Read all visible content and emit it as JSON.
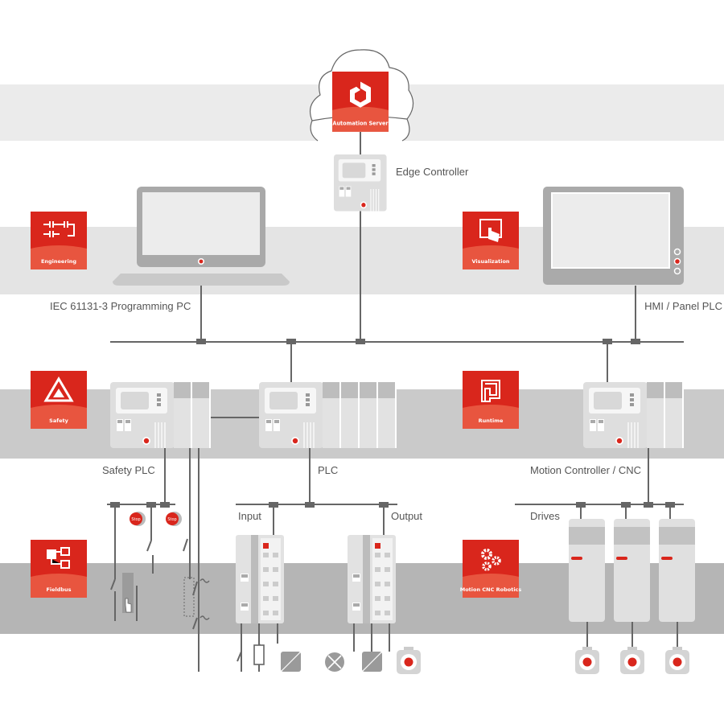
{
  "colors": {
    "accent_red": "#d9261c",
    "accent_red_light": "#e8553f",
    "line": "#666666"
  },
  "tiles": {
    "automation_server": {
      "label": "Automation Server",
      "icon": "hexagon-cube-icon"
    },
    "engineering": {
      "label": "Engineering",
      "icon": "ladder-logic-icon"
    },
    "visualization": {
      "label": "Visualization",
      "icon": "touch-screen-icon"
    },
    "safety": {
      "label": "Safety",
      "icon": "warning-triangle-icon"
    },
    "runtime": {
      "label": "Runtime",
      "icon": "spiral-square-icon"
    },
    "fieldbus": {
      "label": "Fieldbus",
      "icon": "network-tree-icon"
    },
    "motion": {
      "label": "Motion CNC Robotics",
      "icon": "gears-icon"
    }
  },
  "labels": {
    "edge_controller": "Edge Controller",
    "programming_pc": "IEC 61131-3 Programming PC",
    "hmi": "HMI / Panel PLC",
    "safety_plc": "Safety PLC",
    "plc": "PLC",
    "motion_controller": "Motion Controller / CNC",
    "input": "Input",
    "output": "Output",
    "drives": "Drives",
    "stop": "Stop"
  }
}
